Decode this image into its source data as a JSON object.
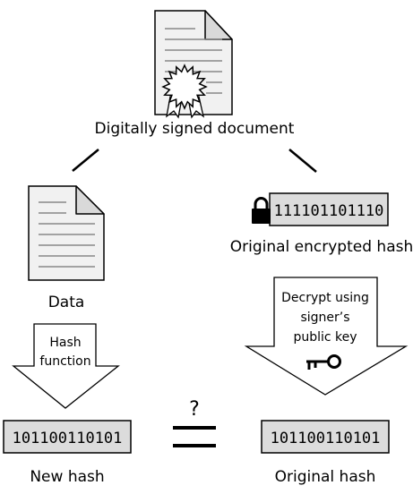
{
  "signed_document": {
    "label": "Digitally signed document",
    "icon": "certificate-document-icon"
  },
  "data_branch": {
    "label": "Data",
    "icon": "document-icon",
    "arrow_text": [
      "Hash",
      "function"
    ],
    "result_value": "101100110101",
    "result_label": "New hash"
  },
  "hash_branch": {
    "encrypted_value": "111101101110",
    "encrypted_icon": "padlock-icon",
    "encrypted_label": "Original encrypted hash",
    "arrow_text": [
      "Decrypt using",
      "signer’s",
      "public key"
    ],
    "key_icon": "key-icon",
    "result_value": "101100110101",
    "result_label": "Original hash"
  },
  "comparison": {
    "symbol": "?",
    "icon": "equals-icon"
  }
}
